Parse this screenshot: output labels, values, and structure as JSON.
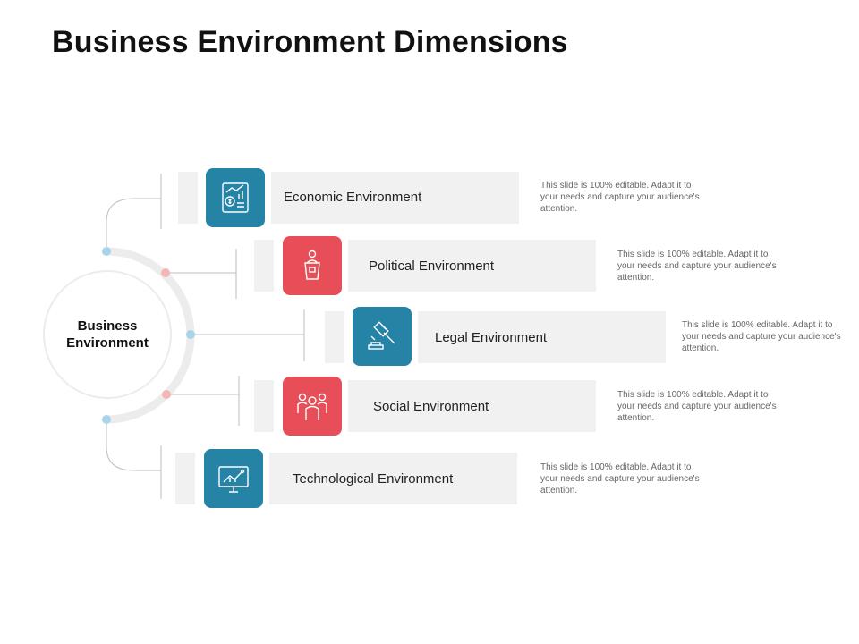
{
  "title": "Business Environment Dimensions",
  "hub": {
    "label": "Business Environment"
  },
  "items": [
    {
      "label": "Economic Environment",
      "icon": "economic-chart-icon",
      "color": "#2583a6",
      "description": "This slide is 100% editable. Adapt it to your needs and capture your audience's attention."
    },
    {
      "label": "Political Environment",
      "icon": "podium-speaker-icon",
      "color": "#e84e57",
      "description": "This slide is 100% editable. Adapt it to your needs and capture your audience's attention."
    },
    {
      "label": "Legal Environment",
      "icon": "gavel-icon",
      "color": "#2583a6",
      "description": "This slide is 100% editable. Adapt it to your needs and capture your audience's attention."
    },
    {
      "label": "Social Environment",
      "icon": "group-people-icon",
      "color": "#e84e57",
      "description": "This slide is 100% editable. Adapt it to your needs and capture your audience's attention."
    },
    {
      "label": "Technological Environment",
      "icon": "monitor-chart-icon",
      "color": "#2583a6",
      "description": "This slide is 100% editable. Adapt it to your needs and capture your audience's attention."
    }
  ],
  "colors": {
    "blue": "#2583a6",
    "red": "#e84e57",
    "dot_blue": "#a8d4ea",
    "dot_red": "#f4b6b6",
    "bar": "#f1f1f1"
  }
}
